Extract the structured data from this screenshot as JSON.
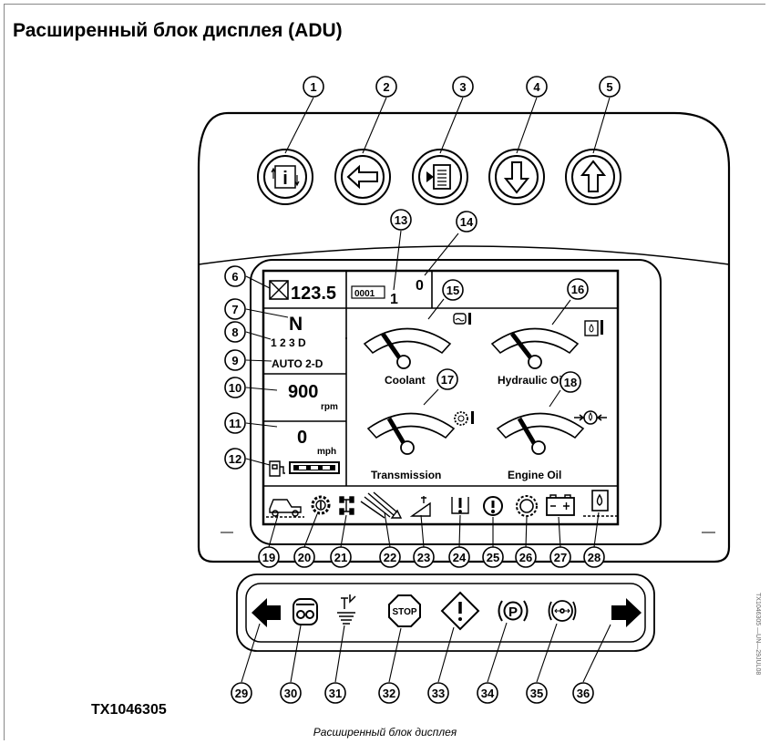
{
  "title": "Расширенный блок дисплея (ADU)",
  "figure_id": "TX1046305",
  "caption": "Расширенный блок дисплея",
  "side_code": "TX1046305 —UN—29JUL08",
  "callouts": [
    "1",
    "2",
    "3",
    "4",
    "5",
    "6",
    "7",
    "8",
    "9",
    "10",
    "11",
    "12",
    "13",
    "14",
    "15",
    "16",
    "17",
    "18",
    "19",
    "20",
    "21",
    "22",
    "23",
    "24",
    "25",
    "26",
    "27",
    "28",
    "29",
    "30",
    "31",
    "32",
    "33",
    "34",
    "35",
    "36"
  ],
  "display": {
    "hour_meter": "123.5",
    "code_box": "0001",
    "code_value": "1",
    "code_count": "0",
    "gear": "N",
    "gear_range": "1 2 3 D",
    "drive_mode": "AUTO 2-D",
    "engine_speed": "900",
    "engine_speed_unit": "rpm",
    "ground_speed": "0",
    "ground_speed_unit": "mph",
    "gauges": {
      "coolant": "Coolant",
      "hydraulic_oil": "Hydraulic Oil",
      "transmission": "Transmission",
      "engine_oil": "Engine Oil"
    }
  },
  "buttons": {
    "info_icon": "info-icon",
    "back_icon": "left-arrow-icon",
    "menu_icon": "menu-icon",
    "down_icon": "down-arrow-icon",
    "up_icon": "up-arrow-icon"
  },
  "stop_label": "STOP",
  "park_label": "P"
}
